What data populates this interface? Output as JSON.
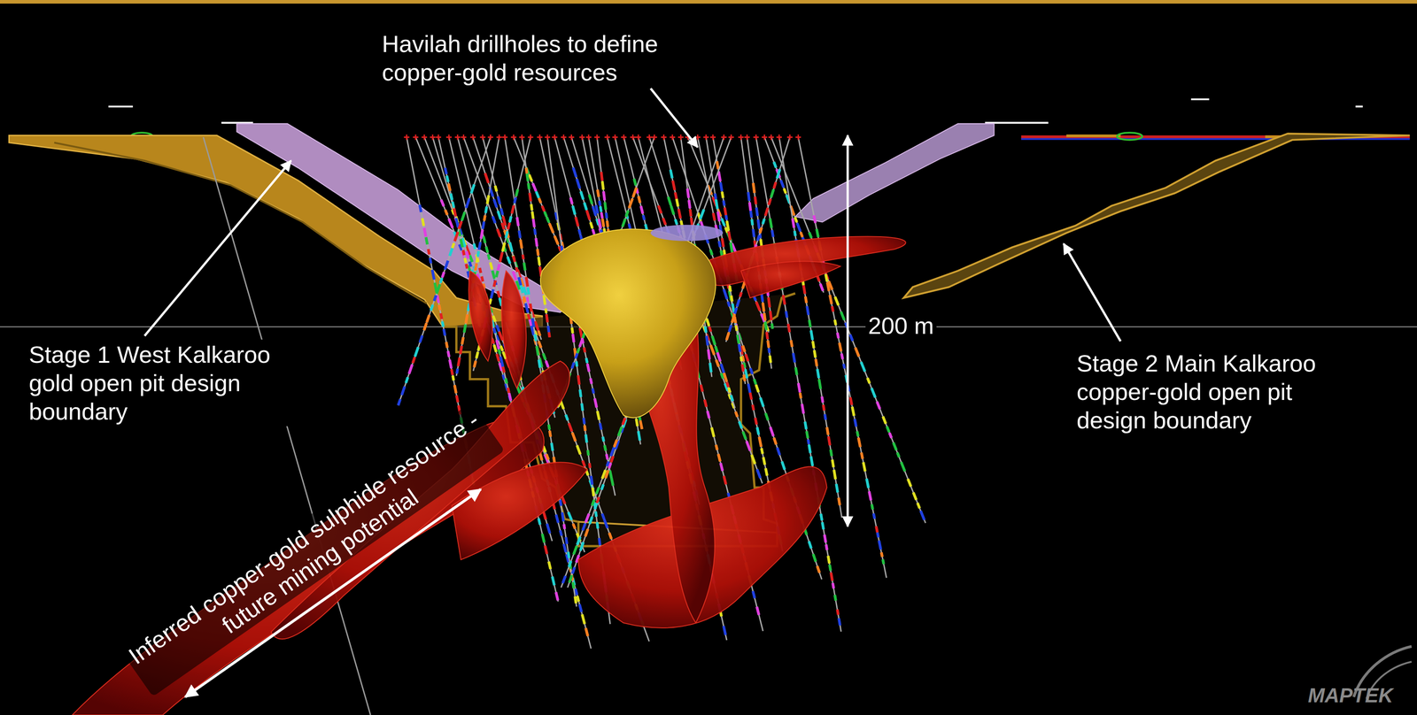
{
  "diagram": {
    "labels": [
      "Havilah drillholes to define copper-gold resources",
      "Stage 1 West Kalkaroo gold open pit design boundary",
      "200 m",
      "Stage 2 Main Kalkaroo copper-gold open pit design boundary",
      "Inferred copper-gold sulphide resource - future mining potential",
      "MAPTEK"
    ]
  }
}
